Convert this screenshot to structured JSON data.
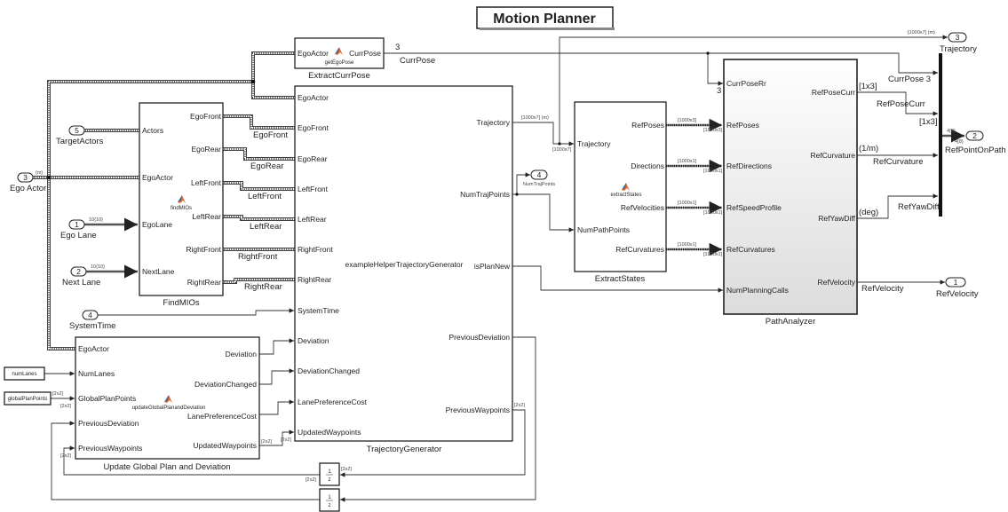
{
  "title": "Motion Planner",
  "inports": {
    "target_actors": {
      "num": "5",
      "label": "TargetActors"
    },
    "ego_actor": {
      "num": "3",
      "label": "Ego Actor",
      "dim": "(m)"
    },
    "ego_lane": {
      "num": "1",
      "label": "Ego Lane",
      "dim": "10{10}"
    },
    "next_lane": {
      "num": "2",
      "label": "Next Lane",
      "dim": "10{10}"
    },
    "system_time": {
      "num": "4",
      "label": "SystemTime"
    }
  },
  "constants": {
    "num_lanes": "numLanes",
    "global_plan_points": "globalPlanPoints"
  },
  "extract_curr_pose": {
    "name": "ExtractCurrPose",
    "fn": "getEgoPose",
    "inputs": [
      "EgoActor"
    ],
    "outputs": [
      "CurrPose"
    ],
    "out_num": "3",
    "signal": "CurrPose"
  },
  "find_mios": {
    "name": "FindMIOs",
    "fn": "findMIOs",
    "inputs": [
      "Actors",
      "EgoActor",
      "EgoLane",
      "NextLane"
    ],
    "outputs": [
      "EgoFront",
      "EgoRear",
      "LeftFront",
      "LeftRear",
      "RightFront",
      "RightRear"
    ]
  },
  "trajectory_generator": {
    "name": "TrajectoryGenerator",
    "fn": "exampleHelperTrajectoryGenerator",
    "inputs": [
      "EgoActor",
      "EgoFront",
      "EgoRear",
      "LeftFront",
      "LeftRear",
      "RightFront",
      "RightRear",
      "SystemTime",
      "Deviation",
      "DeviationChanged",
      "LanePreferenceCost",
      "UpdatedWaypoints"
    ],
    "outputs": [
      "Trajectory",
      "NumTrajPoints",
      "isPlanNew",
      "PreviousDeviation",
      "PreviousWaypoints"
    ]
  },
  "update_global_plan": {
    "name": "Update Global Plan and Deviation",
    "fn": "updateGlobalPlanandDeviation",
    "inputs": [
      "EgoActor",
      "NumLanes",
      "GlobalPlanPoints",
      "PreviousDeviation",
      "PreviousWaypoints"
    ],
    "outputs": [
      "Deviation",
      "DeviationChanged",
      "LanePreferenceCost",
      "UpdatedWaypoints"
    ]
  },
  "extract_states": {
    "name": "ExtractStates",
    "fn": "extractStates",
    "inputs": [
      "Trajectory",
      "NumPathPoints"
    ],
    "outputs": [
      "RefPoses",
      "Directions",
      "RefVelocities",
      "RefCurvatures"
    ]
  },
  "path_analyzer": {
    "name": "PathAnalyzer",
    "inputs": [
      "CurrPoseRr",
      "RefPoses",
      "RefDirections",
      "RefSpeedProfile",
      "RefCurvatures",
      "NumPlanningCalls"
    ],
    "outputs": [
      "RefPoseCurr",
      "RefCurvature",
      "RefYawDiff",
      "RefVelocity"
    ],
    "curr_pose_dim": "3"
  },
  "delays": {
    "numerator": "1",
    "denominator": "z"
  },
  "outports": {
    "trajectory": {
      "num": "3",
      "label": "Trajectory",
      "dim": "[1000x7] (m)"
    },
    "ref_point_on_path": {
      "num": "2",
      "label": "RefPointOnPath",
      "dim_in": "4{8}",
      "dim_out": "4{8}"
    },
    "ref_velocity": {
      "num": "1",
      "label": "RefVelocity"
    },
    "num_traj_points": {
      "num": "4",
      "label": "NumTrajPoints"
    }
  },
  "signals": {
    "ego_front": "EgoFront",
    "ego_rear": "EgoRear",
    "left_front": "LeftFront",
    "left_rear": "LeftRear",
    "right_front": "RightFront",
    "right_rear": "RightRear",
    "curr_pose_3": "CurrPose 3",
    "ref_pose_curr": "RefPoseCurr",
    "ref_curvature": "RefCurvature",
    "ref_yaw_diff": "RefYawDiff",
    "ref_velocity": "RefVelocity"
  },
  "dims": {
    "traj": "[1000x7] (m)",
    "traj_in": "[1000x7]",
    "x3": "[1000x3]",
    "x1": "[1000x1]",
    "one_by_three": "[1x3]",
    "per_m": "(1/m)",
    "deg": "(deg)",
    "two_by_two": "[2x2]"
  },
  "colors": {
    "matlab_icon": "#e8692a",
    "block_border": "#222222",
    "path_analyzer_gradient_end": "#dcdcdc"
  }
}
